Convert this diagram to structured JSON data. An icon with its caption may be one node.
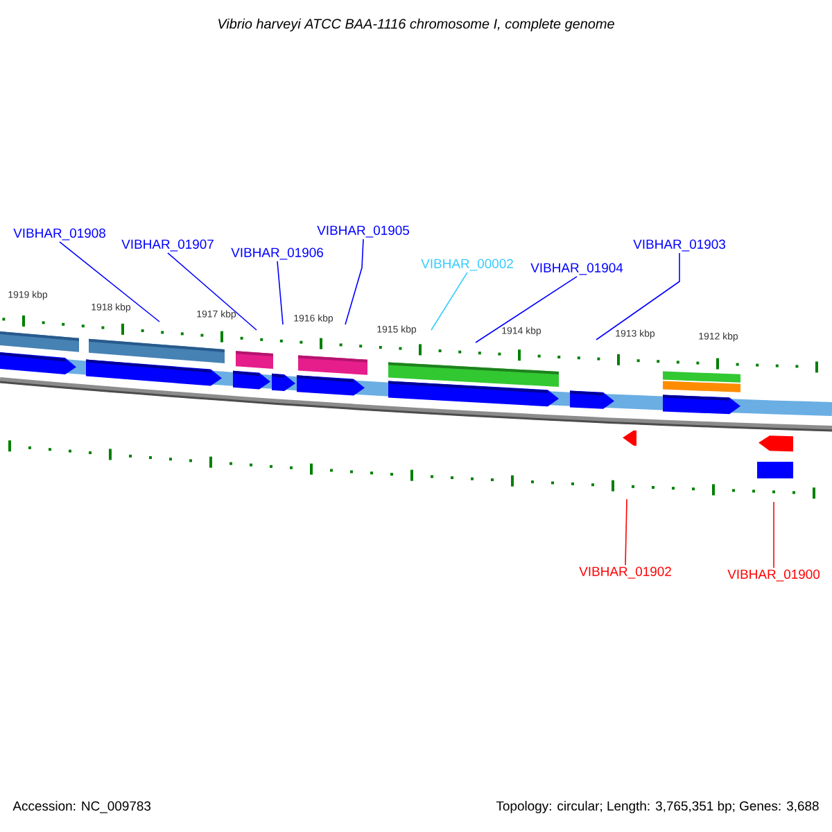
{
  "diagram": {
    "title": "Vibrio harveyi ATCC BAA-1116 chromosome I, complete genome",
    "nodes": [
      {
        "text": [
          "VIBHAR_01908"
        ]
      },
      {
        "text": [
          "VIBHAR_01907"
        ]
      },
      {
        "text": [
          "VIBHAR_01906"
        ]
      },
      {
        "text": [
          "VIBHAR_01905"
        ]
      },
      {
        "text": [
          "VIBHAR_00002"
        ]
      },
      {
        "text": [
          "VIBHAR_01904"
        ]
      },
      {
        "text": [
          "VIBHAR_01903"
        ]
      },
      {
        "text": [
          "VIBHAR_01902"
        ]
      },
      {
        "text": [
          "VIBHAR_01900"
        ]
      }
    ],
    "edges": [
      {
        "from": 0,
        "to": null,
        "arrow": "none"
      },
      {
        "from": 1,
        "to": null,
        "arrow": "none"
      },
      {
        "from": 2,
        "to": null,
        "arrow": "none"
      },
      {
        "from": 3,
        "to": null,
        "arrow": "none"
      },
      {
        "from": 4,
        "to": null,
        "arrow": "none",
        "color": "#33ccff"
      },
      {
        "from": 5,
        "to": null,
        "arrow": "none"
      },
      {
        "from": 6,
        "to": null,
        "arrow": "none"
      },
      {
        "from": 7,
        "to": null,
        "arrow": "none",
        "color": "#ff0000"
      },
      {
        "from": 8,
        "to": null,
        "arrow": "none",
        "color": "#ff0000"
      }
    ],
    "labels": [
      "1919 kbp",
      "1918 kbp",
      "1917 kbp",
      "1916 kbp",
      "1915 kbp",
      "1914 kbp",
      "1913 kbp",
      "1912 kbp",
      "Accession: NC_009783",
      "Topology: circular; Length: 3,765,351 bp; Genes: 3,688"
    ]
  }
}
